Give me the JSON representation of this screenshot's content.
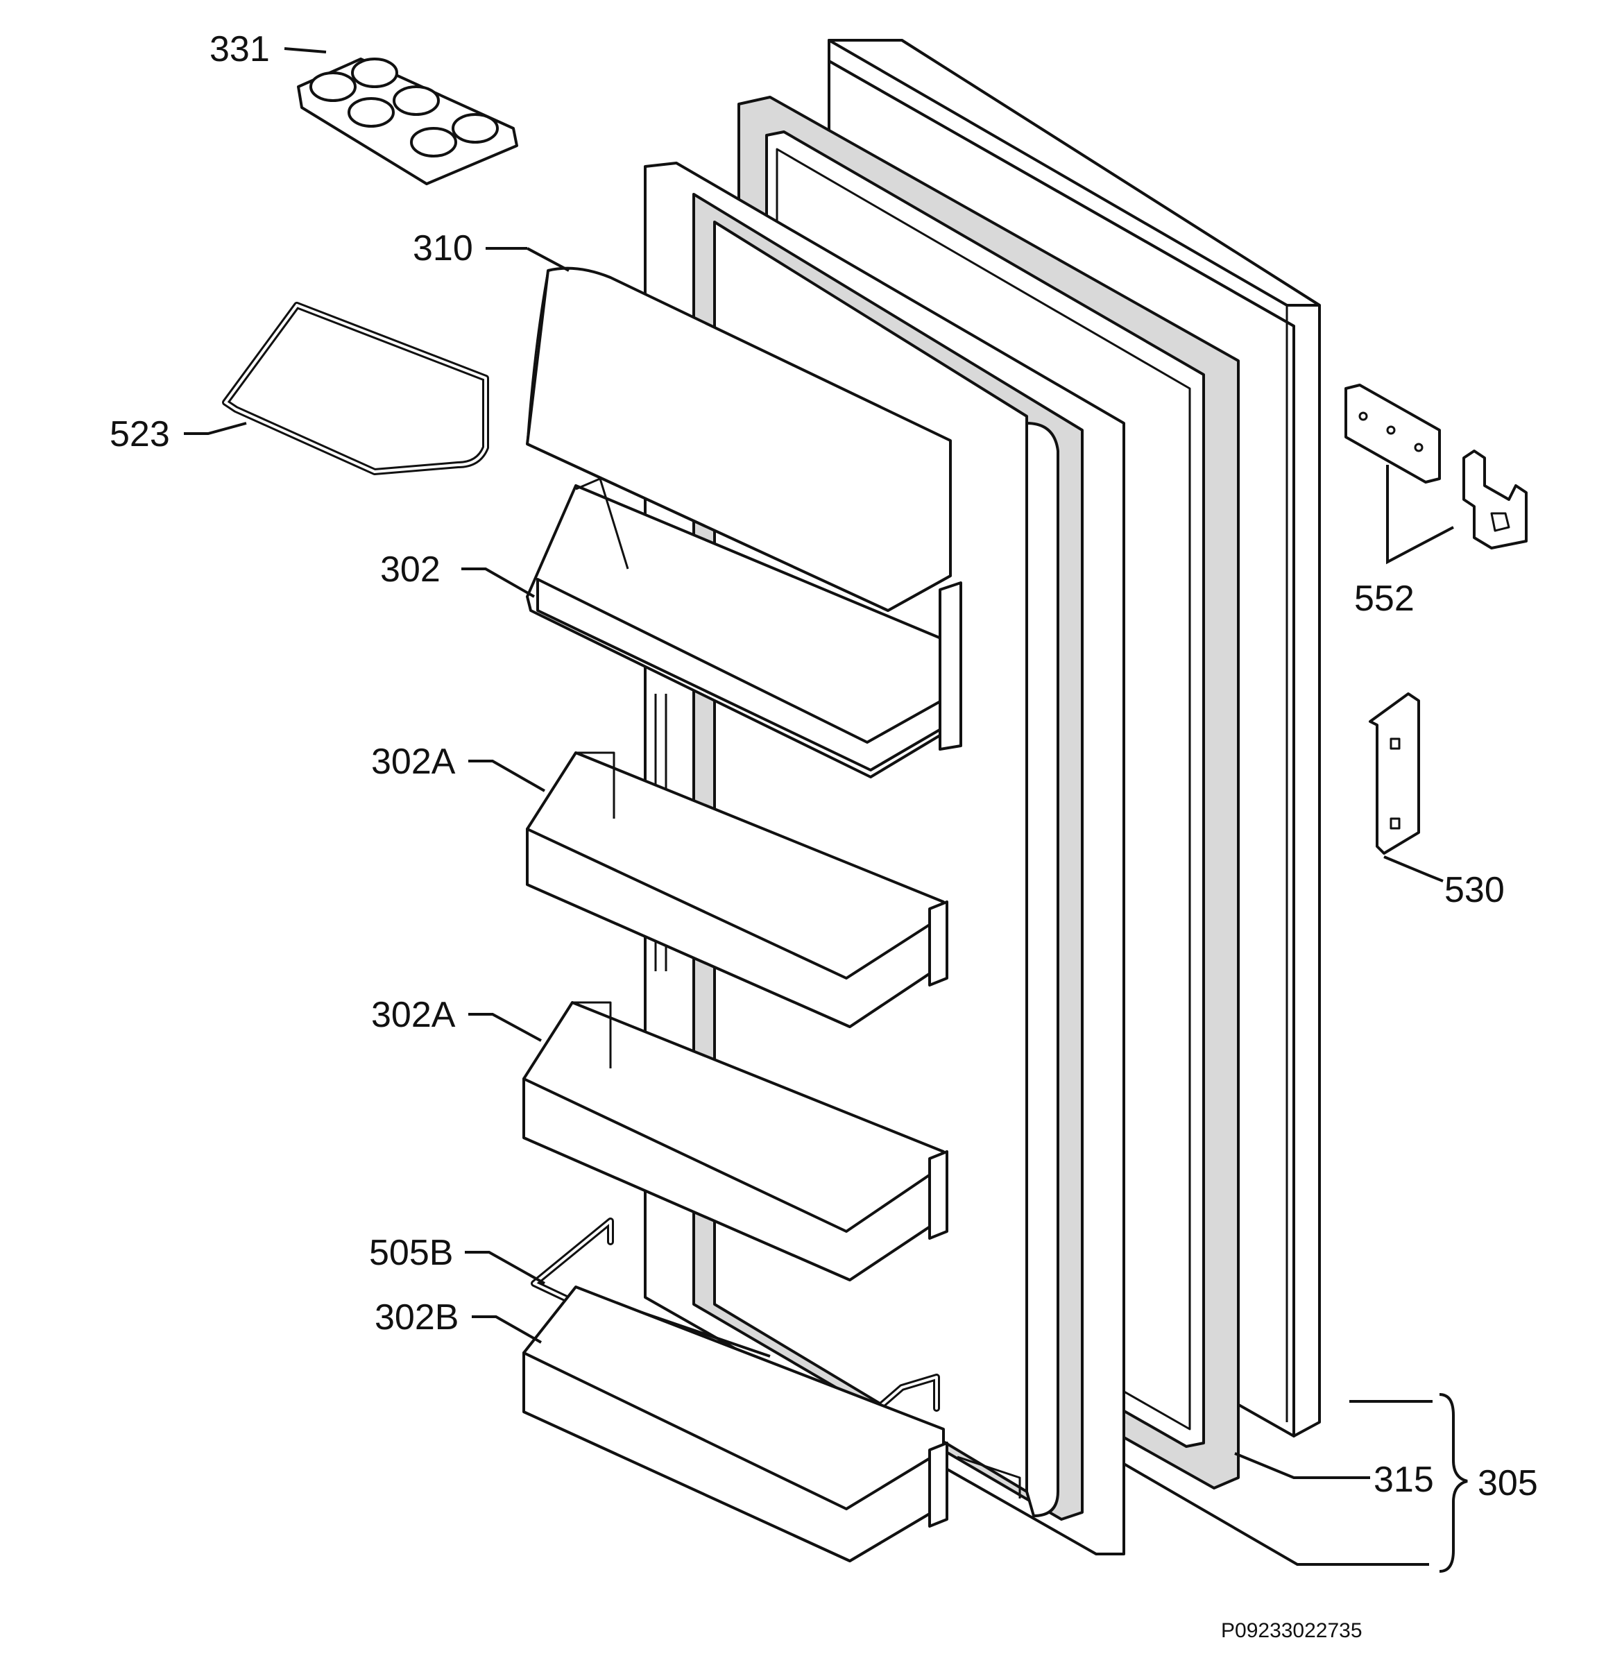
{
  "diagram": {
    "labels": {
      "p331": "331",
      "p310": "310",
      "p523": "523",
      "p302": "302",
      "p302a_1": "302A",
      "p302a_2": "302A",
      "p505b": "505B",
      "p302b": "302B",
      "p552": "552",
      "p530": "530",
      "p315": "315",
      "p305": "305"
    },
    "reference_code": "P09233022735"
  }
}
